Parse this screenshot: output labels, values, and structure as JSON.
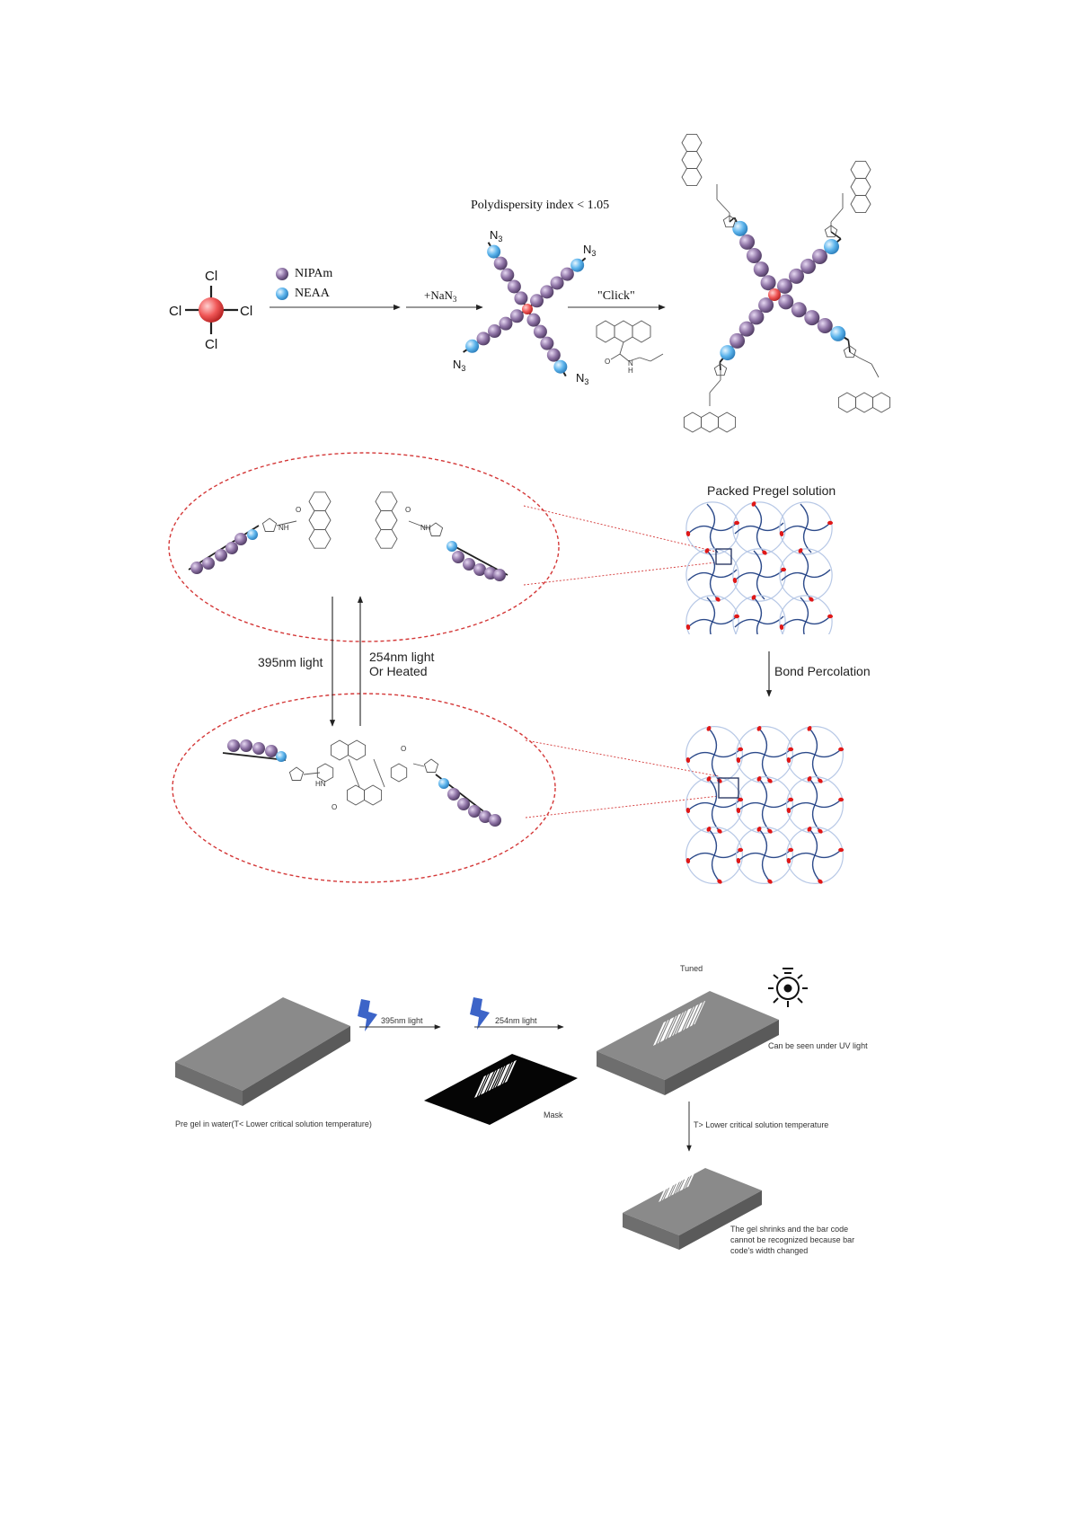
{
  "synthesis": {
    "core_label": "Cl",
    "legend": {
      "nipam": "NIPAm",
      "neaa": "NEAA"
    },
    "step1_label": "+NaN",
    "step1_sub": "3",
    "pdi_label": "Polydispersity index < 1.05",
    "azide": "N",
    "azide_sub": "3",
    "click_label": "\"Click\"",
    "mol_nh": "NH",
    "mol_o": "O",
    "mol_n": "N",
    "mol_h": "H"
  },
  "network": {
    "pregel_label": "Packed Pregel solution",
    "percolation_label": "Bond Percolation",
    "forward_light": "395nm light",
    "reverse_line1": "254nm light",
    "reverse_line2": "Or Heated",
    "dimer_hn": "HN"
  },
  "barcode": {
    "pregel_caption": "Pre gel in water(T< Lower critical solution temperature)",
    "light1": "395nm light",
    "light2": "254nm light",
    "mask_label": "Mask",
    "tuned_label": "Tuned",
    "uv_caption": "Can be seen under UV light",
    "lcst_label": "T> Lower critical solution temperature",
    "shrink_line1": "The gel shrinks and the bar code",
    "shrink_line2": "cannot be recognized because bar",
    "shrink_line3": "code's width changed"
  },
  "colors": {
    "nipam": "#8b6fa0",
    "neaa": "#5db3ea",
    "core": "#ef5050",
    "dashed_ellipse": "#d43838",
    "network_line": "#2c4a8a",
    "network_circle": "#b7c8e6",
    "crosslink": "#e01818",
    "slab_top": "#8c8c8c",
    "slab_side": "#6b6b6b",
    "bolt": "#3c64c8"
  }
}
